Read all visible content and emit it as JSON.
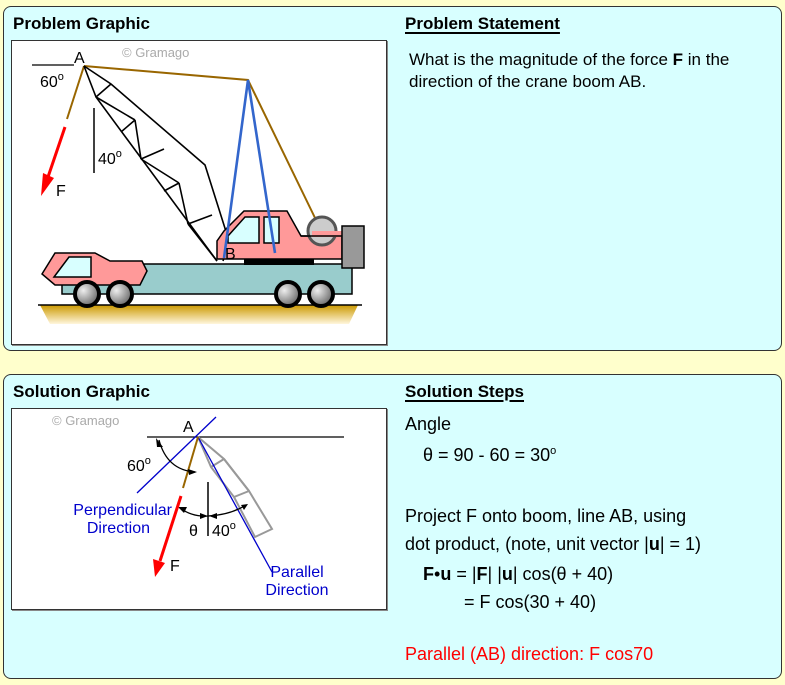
{
  "problem": {
    "graphic_title": "Problem Graphic",
    "statement_title": "Problem Statement",
    "statement_pre": "What is the magnitude of the force ",
    "statement_bold": "F",
    "statement_post": " in the direction of the crane boom AB.",
    "figure": {
      "watermark": "© Gramago",
      "label_a": "A",
      "label_b": "B",
      "label_f": "F",
      "angle_60": "60",
      "angle_40": "40",
      "degree_sup": "o"
    }
  },
  "solution": {
    "graphic_title": "Solution Graphic",
    "steps_title": "Solution Steps",
    "figure": {
      "watermark": "© Gramago",
      "label_a": "A",
      "label_f": "F",
      "angle_60": "60",
      "angle_40": "40",
      "theta": "θ",
      "degree_sup": "o",
      "perp_line1": "Perpendicular",
      "perp_line2": "Direction",
      "par_line1": "Parallel",
      "par_line2": "Direction"
    },
    "steps": {
      "angle_heading": "Angle",
      "theta_eq": "θ = 90 - 60 = 30",
      "degree_sup": "o",
      "project_line1": "Project F onto boom, line AB, using",
      "project_line2_pre": "dot product, (note, unit vector |",
      "project_line2_bold": "u",
      "project_line2_post": "| = 1)",
      "dot_lhs_F": "F",
      "dot_bullet": "•",
      "dot_lhs_u": "u",
      "dot_eq_pre": " = |",
      "dot_eq_F": "F",
      "dot_eq_mid": "| |",
      "dot_eq_u": "u",
      "dot_eq_post": "| cos(θ + 40)",
      "second_eq": "= F cos(30 + 40)",
      "result": "Parallel (AB) direction:  F cos70"
    }
  },
  "colors": {
    "background": "#ffffcc",
    "panel": "#d8ffff",
    "force": "#ff0000",
    "cable": "#996600",
    "blue_lines": "#3366cc",
    "direction_text": "#0000cc",
    "truck_pink": "#ff9999",
    "truck_bed": "#99cccc",
    "result_text": "#ff0000"
  }
}
